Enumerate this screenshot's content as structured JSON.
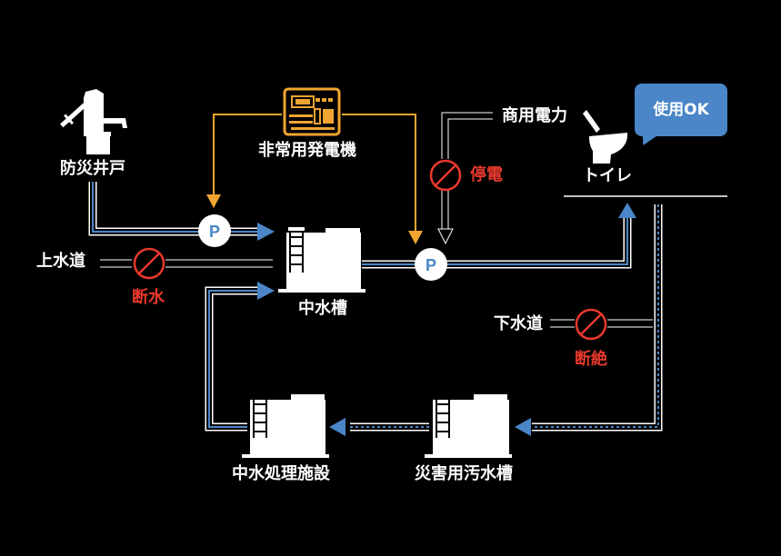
{
  "colors": {
    "background": "#000000",
    "water_pipe": "#4a86c8",
    "power_line": "#f0a531",
    "blocked": "#e8392c",
    "text": "#ffffff"
  },
  "labels": {
    "well": "防災井戸",
    "generator": "非常用発電機",
    "commercial_power": "商用電力",
    "power_outage": "停電",
    "toilet": "トイレ",
    "toilet_status": "使用OK",
    "water_supply": "上水道",
    "water_cut": "断水",
    "intermediate_tank": "中水槽",
    "sewer": "下水道",
    "sewer_cut": "断絶",
    "treatment_facility": "中水処理施設",
    "disaster_tank": "災害用汚水槽"
  },
  "pump_label": "P",
  "icons": [
    "hand-pump-icon",
    "generator-icon",
    "toilet-icon",
    "tank-icon",
    "pump-icon",
    "prohibited-icon",
    "arrow-icon"
  ]
}
